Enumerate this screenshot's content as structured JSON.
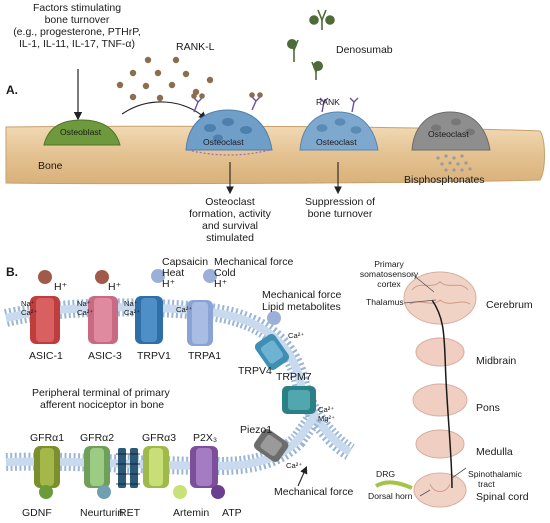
{
  "panelA": {
    "label": "A.",
    "factors": [
      "Factors stimulating",
      "bone turnover",
      "(e.g., progesterone, PTHrP,",
      "IL-1, IL-11, IL-17, TNF-α)"
    ],
    "rankl": "RANK-L",
    "denosumab": "Denosumab",
    "rank": "RANK",
    "osteoblast": "Osteoblast",
    "osteoclast": "Osteoclast",
    "bone": "Bone",
    "bisphosphonates": "Bisphosphonates",
    "outcome1": [
      "Osteoclast",
      "formation, activity",
      "and survival",
      "stimulated"
    ],
    "outcome2": [
      "Suppression of",
      "bone turnover"
    ]
  },
  "panelB": {
    "label": "B.",
    "hplus": "H⁺",
    "na": "Na⁺",
    "ca": "Ca²⁺",
    "mg": "Mg²⁺",
    "capsaicin": [
      "Capsaicin",
      "Heat",
      "H⁺"
    ],
    "mech_cold": [
      "Mechanical force",
      "Cold",
      "H⁺"
    ],
    "mech_lipid": [
      "Mechanical force",
      "Lipid metabolites"
    ],
    "channels": {
      "asic1": "ASIC-1",
      "asic3": "ASIC-3",
      "trpv1": "TRPV1",
      "trpa1": "TRPA1",
      "trpv4": "TRPV4",
      "trpm7": "TRPM7",
      "piezo1": "Piezo1",
      "gfra1": "GFRα1",
      "gfra2": "GFRα2",
      "gfra3": "GFRα3",
      "p2x3": "P2X₃",
      "ret": "RET"
    },
    "ligands": {
      "gdnf": "GDNF",
      "neurturin": "Neurturin",
      "artemin": "Artemin",
      "atp": "ATP"
    },
    "terminal": [
      "Peripheral terminal of primary",
      "afferent nociceptor in bone"
    ],
    "mech_force": "Mechanical force",
    "cns": {
      "cortex": [
        "Primary",
        "somatosensory",
        "cortex"
      ],
      "thalamus": "Thalamus",
      "cerebrum": "Cerebrum",
      "midbrain": "Midbrain",
      "pons": "Pons",
      "medulla": "Medulla",
      "drg": "DRG",
      "dorsal_horn": "Dorsal horn",
      "spinothalamic": [
        "Spinothalamic",
        "tract"
      ],
      "spinal_cord": "Spinal cord"
    }
  },
  "colors": {
    "bone": "#e7c9a1",
    "osteoblast": "#6e9a3d",
    "osteoclast": "#6f9fc8",
    "osteoclast_inactive": "#8e8e8e",
    "rankl": "#8a6e4e",
    "denosumab": "#4f6b3a",
    "membrane": "#9bb6d6"
  }
}
